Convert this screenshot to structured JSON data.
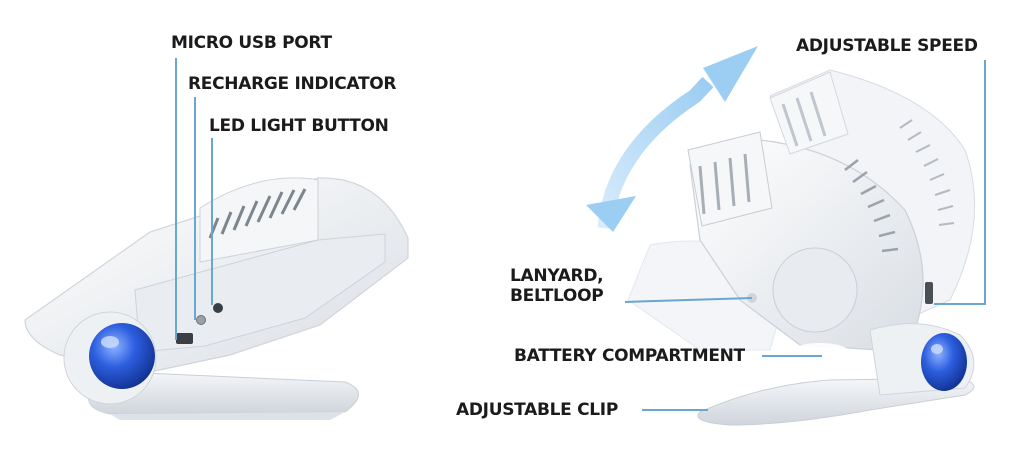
{
  "left_product": {
    "callouts": {
      "micro_usb": "MICRO USB PORT",
      "recharge": "RECHARGE INDICATOR",
      "led_button": "LED LIGHT BUTTON"
    }
  },
  "right_product": {
    "callouts": {
      "speed": "ADJUSTABLE SPEED",
      "lanyard_line1": "LANYARD,",
      "lanyard_line2": "BELTLOOP",
      "battery": "BATTERY COMPARTMENT",
      "clip": "ADJUSTABLE CLIP"
    }
  },
  "colors": {
    "callout_line": "#6aa6cf",
    "rotation_arrow": "#a9d3f2",
    "knob_blue": "#2f5fd8",
    "body_white": "#eef1f4"
  }
}
